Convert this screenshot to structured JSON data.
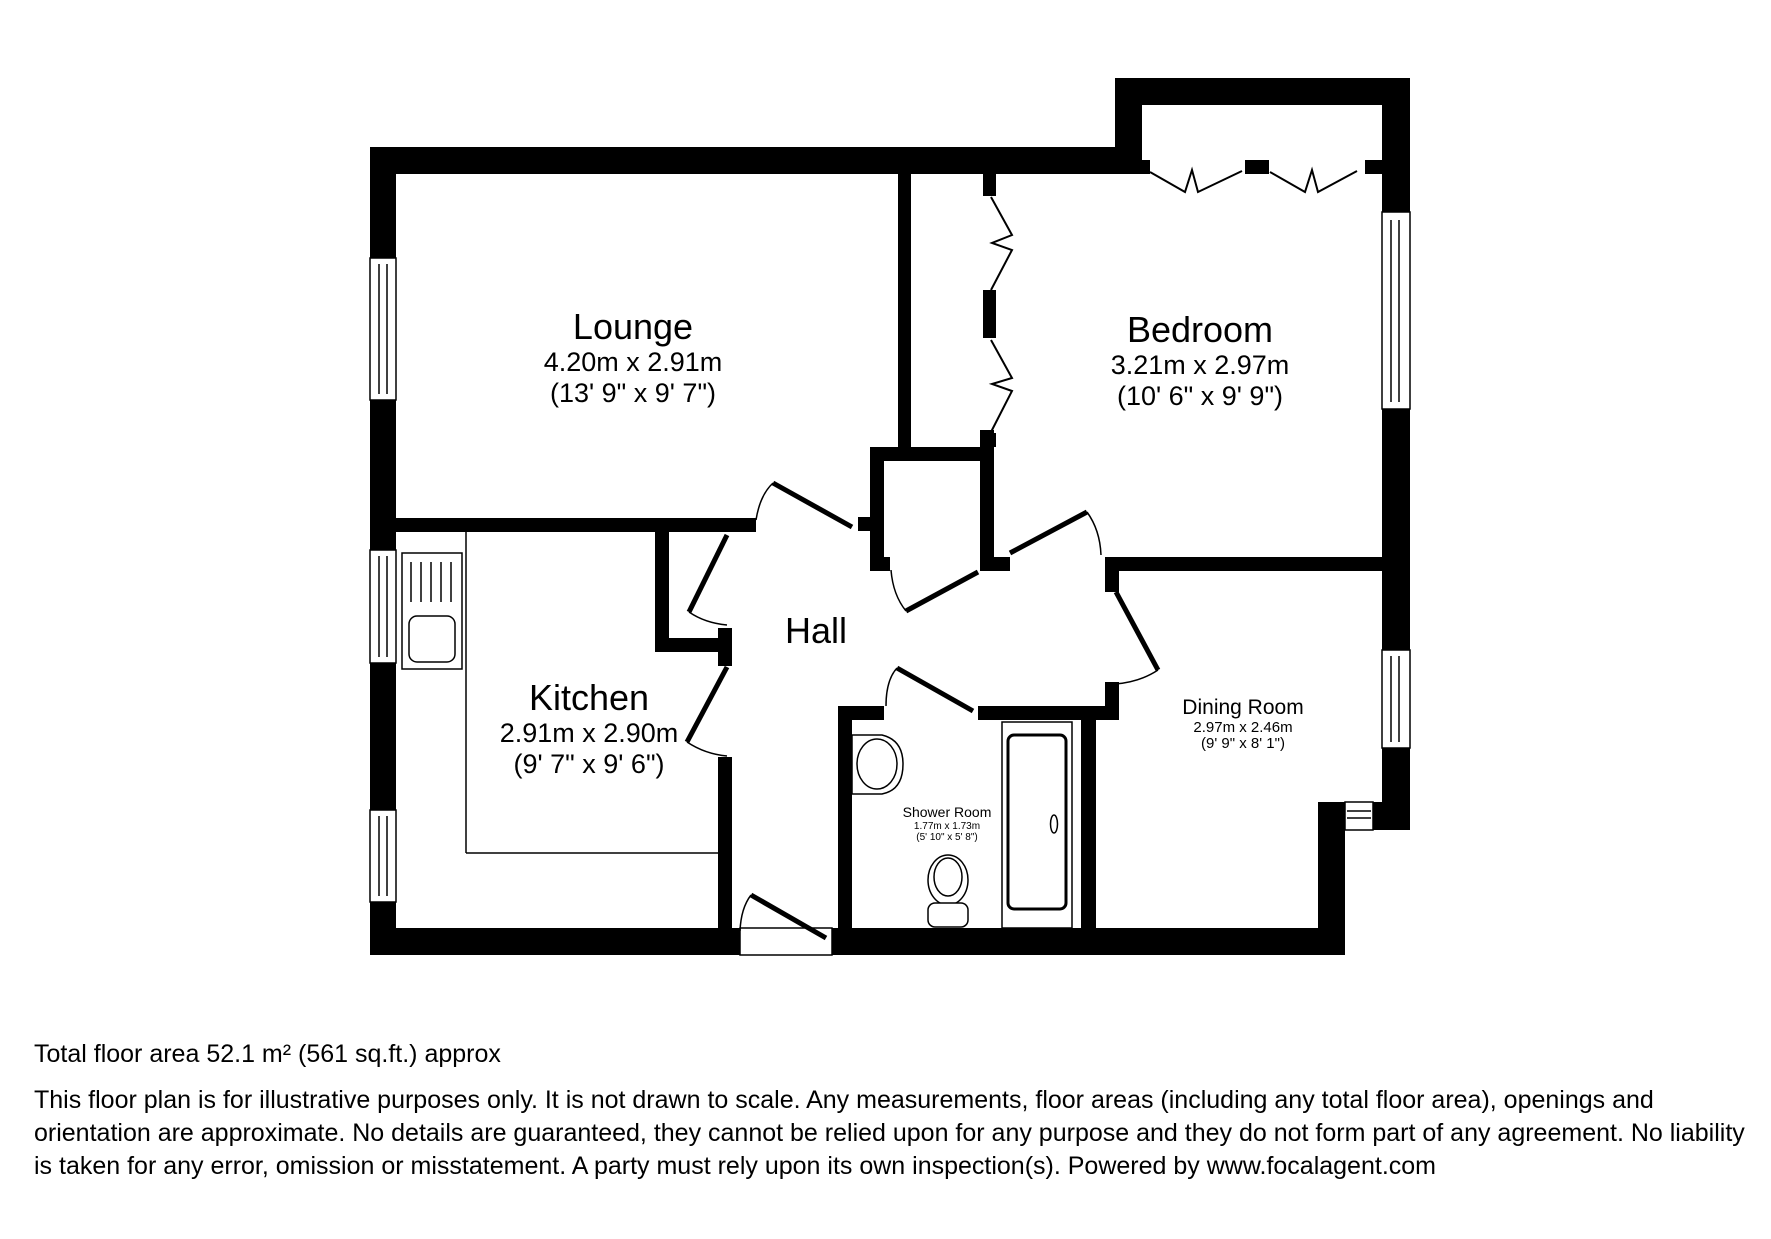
{
  "rooms": {
    "lounge": {
      "name": "Lounge",
      "metric": "4.20m x 2.91m",
      "imperial": "(13' 9\" x 9' 7\")"
    },
    "bedroom": {
      "name": "Bedroom",
      "metric": "3.21m x 2.97m",
      "imperial": "(10' 6\" x 9' 9\")"
    },
    "hall": {
      "name": "Hall"
    },
    "kitchen": {
      "name": "Kitchen",
      "metric": "2.91m x 2.90m",
      "imperial": "(9' 7\" x 9' 6\")"
    },
    "dining": {
      "name": "Dining Room",
      "metric": "2.97m x 2.46m",
      "imperial": "(9' 9\" x 8' 1\")"
    },
    "shower": {
      "name": "Shower Room",
      "metric": "1.77m x 1.73m",
      "imperial": "(5' 10\" x 5' 8\")"
    }
  },
  "footer": {
    "total_area": "Total floor area 52.1 m² (561 sq.ft.) approx",
    "disclaimer": "This floor plan is for illustrative purposes only. It is not drawn to scale. Any measurements, floor areas (including any total floor area), openings and orientation are approximate. No details are guaranteed, they cannot be relied upon for any purpose and they do not form part of any agreement. No liability is taken for any error, omission or misstatement. A party must rely upon its own inspection(s). Powered by www.focalagent.com"
  },
  "colors": {
    "wall": "#000000",
    "background": "#ffffff"
  }
}
